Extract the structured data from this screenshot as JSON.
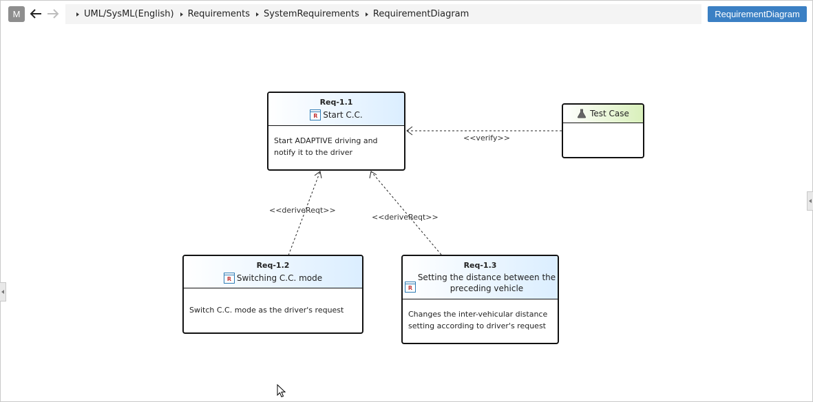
{
  "toolbar": {
    "model_button": "M",
    "diagram_button": "RequirementDiagram"
  },
  "breadcrumb": [
    {
      "label": "UML/SysML(English)"
    },
    {
      "label": "Requirements"
    },
    {
      "label": "SystemRequirements"
    },
    {
      "label": "RequirementDiagram"
    }
  ],
  "icons": {
    "back": "arrow-left-icon",
    "forward": "arrow-right-icon",
    "requirement": "requirement-icon",
    "testcase": "flask-icon"
  },
  "requirements": {
    "req11": {
      "id": "Req-1.1",
      "name": "Start C.C.",
      "icon_letter": "R",
      "text_lines": [
        "Start ADAPTIVE driving and",
        "notify it to the driver"
      ]
    },
    "req12": {
      "id": "Req-1.2",
      "name": "Switching C.C. mode",
      "icon_letter": "R",
      "text_lines": [
        "Switch C.C. mode as the driver's request"
      ]
    },
    "req13": {
      "id": "Req-1.3",
      "name_lines": [
        "Setting the distance between the",
        "preceding vehicle"
      ],
      "icon_letter": "R",
      "text_lines": [
        "Changes the inter-vehicular distance",
        "setting according to driver's request"
      ]
    }
  },
  "testcase": {
    "name": "Test Case"
  },
  "edges": {
    "verify": "<<verify>>",
    "derive1": "<<deriveReqt>>",
    "derive2": "<<deriveReqt>>"
  },
  "colors": {
    "accent": "#3b80c4",
    "requirement_header": "#dbeeff",
    "testcase_header": "#d9f0bb"
  }
}
